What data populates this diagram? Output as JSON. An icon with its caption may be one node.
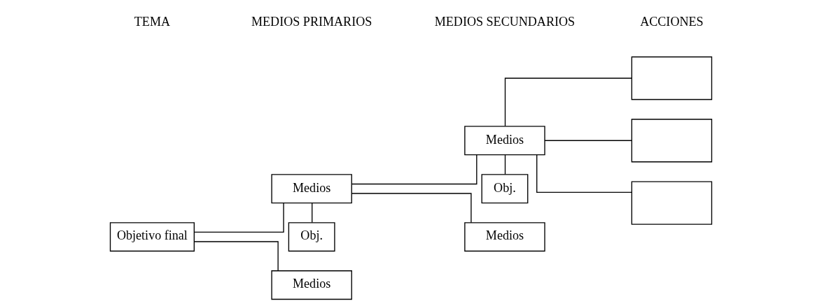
{
  "diagram": {
    "nodes": [
      {
        "text": [
          "Objetivo final"
        ]
      },
      {
        "text": [
          "Medios"
        ]
      },
      {
        "text": [
          "Obj."
        ]
      },
      {
        "text": [
          "Medios"
        ]
      },
      {
        "text": [
          "Medios"
        ]
      },
      {
        "text": [
          "Obj."
        ]
      },
      {
        "text": [
          "Medios"
        ]
      },
      {
        "text": [],
        "shape": "box"
      },
      {
        "text": [],
        "shape": "box"
      },
      {
        "text": [],
        "shape": "box"
      }
    ],
    "edges": [
      {
        "from": 0,
        "to": 1,
        "arrow": "none"
      },
      {
        "from": 0,
        "to": 3,
        "arrow": "none"
      },
      {
        "from": 1,
        "to": 2,
        "arrow": "none"
      },
      {
        "from": 1,
        "to": 4,
        "arrow": "none"
      },
      {
        "from": 1,
        "to": 6,
        "arrow": "none"
      },
      {
        "from": 4,
        "to": 5,
        "arrow": "none"
      },
      {
        "from": 4,
        "to": 7,
        "arrow": "none"
      },
      {
        "from": 4,
        "to": 8,
        "arrow": "none"
      },
      {
        "from": 4,
        "to": 9,
        "arrow": "none"
      }
    ],
    "labels": [
      "TEMA",
      "MEDIOS PRIMARIOS",
      "MEDIOS SECUNDARIOS",
      "ACCIONES"
    ]
  }
}
